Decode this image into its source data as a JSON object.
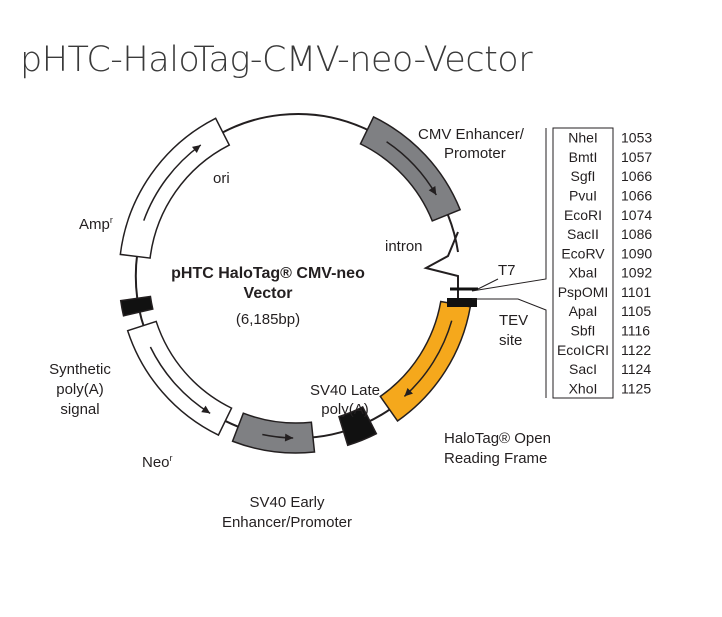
{
  "title": "pHTC-HaloTag-CMV-neo-Vector",
  "center": {
    "line1": "pHTC HaloTag® CMV-neo",
    "line2": "Vector",
    "size": "(6,185bp)"
  },
  "features": {
    "cmv_line1": "CMV Enhancer/",
    "cmv_line2": "Promoter",
    "intron": "intron",
    "t7": "T7",
    "tev_line1": "TEV",
    "tev_line2": "site",
    "halotag_line1": "HaloTag® Open",
    "halotag_line2": "Reading Frame",
    "sv40late_line1": "SV40 Late",
    "sv40late_line2": "poly(A)",
    "sv40early_line1": "SV40 Early",
    "sv40early_line2": "Enhancer/Promoter",
    "neo": "Neo",
    "neo_sup": "r",
    "synpa_line1": "Synthetic",
    "synpa_line2": "poly(A)",
    "synpa_line3": "signal",
    "amp": "Amp",
    "amp_sup": "r",
    "ori": "ori"
  },
  "sites": [
    {
      "name": "NheI",
      "pos": "1053"
    },
    {
      "name": "BmtI",
      "pos": "1057"
    },
    {
      "name": "SgfI",
      "pos": "1066"
    },
    {
      "name": "PvuI",
      "pos": "1066"
    },
    {
      "name": "EcoRI",
      "pos": "1074"
    },
    {
      "name": "SacII",
      "pos": "1086"
    },
    {
      "name": "EcoRV",
      "pos": "1090"
    },
    {
      "name": "XbaI",
      "pos": "1092"
    },
    {
      "name": "PspOMI",
      "pos": "1101"
    },
    {
      "name": "ApaI",
      "pos": "1105"
    },
    {
      "name": "SbfI",
      "pos": "1116"
    },
    {
      "name": "EcoICRI",
      "pos": "1122"
    },
    {
      "name": "SacI",
      "pos": "1124"
    },
    {
      "name": "XhoI",
      "pos": "1125"
    }
  ],
  "colors": {
    "halotag": "#f5a81c",
    "promoter_gray": "#7f8083",
    "marker_black": "#111111",
    "outline": "#231f20"
  }
}
